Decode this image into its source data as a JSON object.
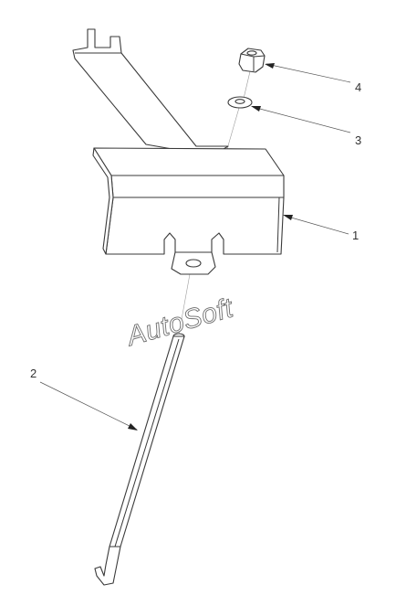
{
  "diagram": {
    "watermark": "AutoSoft",
    "callouts": [
      {
        "number": "1",
        "part": "bracket"
      },
      {
        "number": "2",
        "part": "rod"
      },
      {
        "number": "3",
        "part": "washer"
      },
      {
        "number": "4",
        "part": "nut"
      }
    ]
  }
}
